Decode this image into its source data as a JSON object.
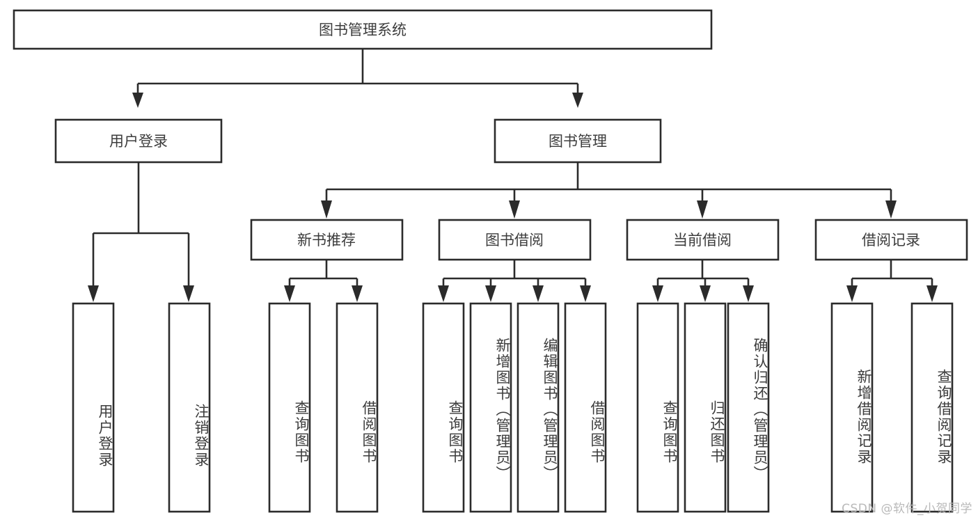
{
  "diagram": {
    "title": "图书管理系统",
    "type": "tree-hierarchy",
    "root": {
      "label": "图书管理系统"
    },
    "level1": [
      {
        "label": "用户登录"
      },
      {
        "label": "图书管理"
      }
    ],
    "level2": [
      {
        "label": "新书推荐",
        "parent": "图书管理"
      },
      {
        "label": "图书借阅",
        "parent": "图书管理"
      },
      {
        "label": "当前借阅",
        "parent": "图书管理"
      },
      {
        "label": "借阅记录",
        "parent": "图书管理"
      }
    ],
    "leaves": {
      "user_login": [
        {
          "label": "用户登录"
        },
        {
          "label": "注销登录"
        }
      ],
      "new_book_recommend": [
        {
          "label": "查询图书"
        },
        {
          "label": "借阅图书"
        }
      ],
      "book_borrow": [
        {
          "label": "查询图书"
        },
        {
          "label": "新增图书（管理员）"
        },
        {
          "label": "编辑图书（管理员）"
        },
        {
          "label": "借阅图书"
        }
      ],
      "current_borrow": [
        {
          "label": "查询图书"
        },
        {
          "label": "归还图书"
        },
        {
          "label": "确认归还（管理员）"
        }
      ],
      "borrow_record": [
        {
          "label": "新增借阅记录"
        },
        {
          "label": "查询借阅记录"
        }
      ]
    }
  },
  "colors": {
    "box_stroke": "#2b2b2b",
    "box_fill": "#ffffff",
    "text": "#3c3c3c",
    "watermark": "#b9b9b9",
    "background": "#ffffff"
  },
  "watermark": {
    "text": "CSDN @软件_小贺同学"
  }
}
